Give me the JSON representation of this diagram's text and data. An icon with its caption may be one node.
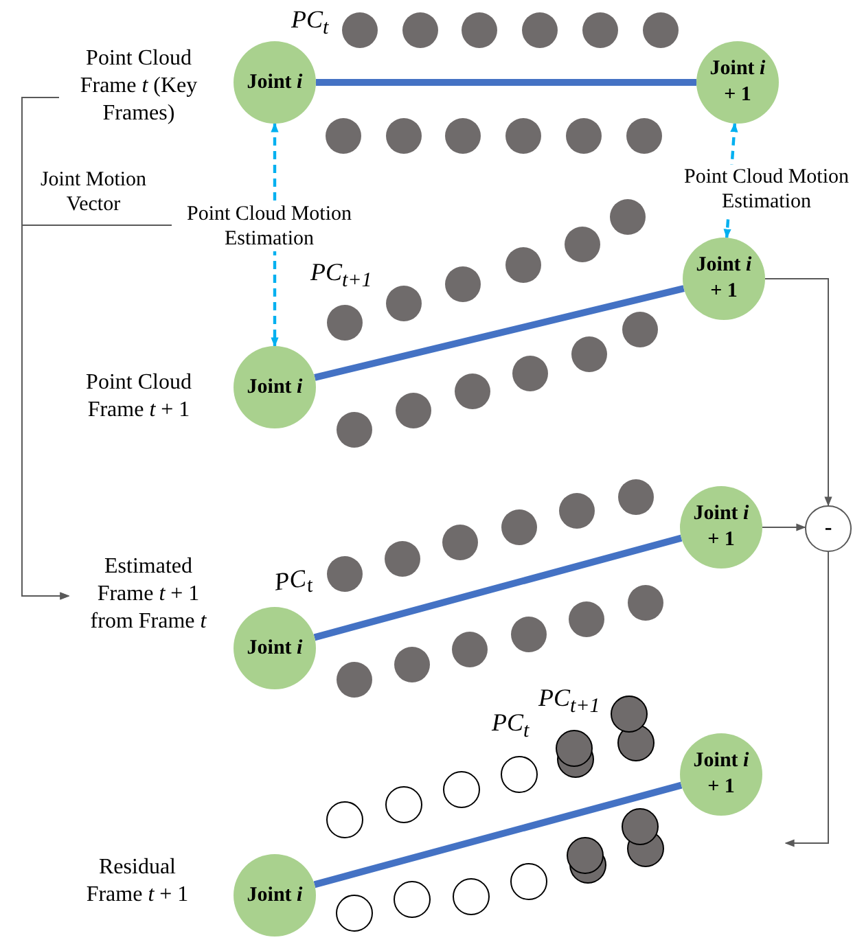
{
  "diagram": {
    "nodes": [
      {
        "text": [
          "Point Cloud Frame *t* (Key Frames)"
        ]
      },
      {
        "text": [
          "Joint *i*"
        ]
      },
      {
        "text": [
          "Joint *i* + 1"
        ]
      },
      {
        "text": [
          "Point Cloud Frame *t* + 1"
        ]
      },
      {
        "text": [
          "Joint *i*"
        ]
      },
      {
        "text": [
          "Joint *i* + 1"
        ]
      },
      {
        "text": [
          "Estimated Frame *t* + 1 from Frame *t*"
        ]
      },
      {
        "text": [
          "Joint *i*"
        ]
      },
      {
        "text": [
          "Joint *i* + 1"
        ]
      },
      {
        "text": [
          "-"
        ]
      },
      {
        "text": [
          "Joint *i*"
        ]
      },
      {
        "text": [
          "Joint *i* + 1"
        ]
      },
      {
        "text": [
          "Residual Frame *t* + 1"
        ]
      }
    ],
    "edges": [
      {
        "from": 1,
        "to": 2,
        "arrow": "none",
        "style": "thick",
        "color": "#4472c4"
      },
      {
        "from": 1,
        "to": 4,
        "arrow": "both",
        "label": "Point Cloud Motion Estimation",
        "style": "dashed",
        "color": "#00b0f0"
      },
      {
        "from": 2,
        "to": 5,
        "arrow": "both",
        "label": "Point Cloud Motion Estimation",
        "style": "dashed",
        "color": "#00b0f0"
      },
      {
        "from": 4,
        "to": 5,
        "arrow": "none",
        "style": "thick",
        "color": "#4472c4"
      },
      {
        "from": 7,
        "to": 8,
        "arrow": "none",
        "style": "thick",
        "color": "#4472c4"
      },
      {
        "from": 10,
        "to": 11,
        "arrow": "none",
        "style": "thick",
        "color": "#4472c4"
      },
      {
        "from": 0,
        "to": 6,
        "arrow": "to"
      },
      {
        "from": null,
        "to": 6,
        "arrow": "to",
        "label": "Joint Motion Vector"
      },
      {
        "from": 5,
        "to": 9,
        "arrow": "to"
      },
      {
        "from": 8,
        "to": 9,
        "arrow": "to"
      },
      {
        "from": 9,
        "to": null,
        "arrow": "to"
      }
    ],
    "labels": [
      "*PC*$_{t}$",
      "*PC*$_{t+1}$",
      "*PC*$_{t}$",
      "*PC*$_{t}$",
      "*PC*$_{t+1}$"
    ]
  }
}
